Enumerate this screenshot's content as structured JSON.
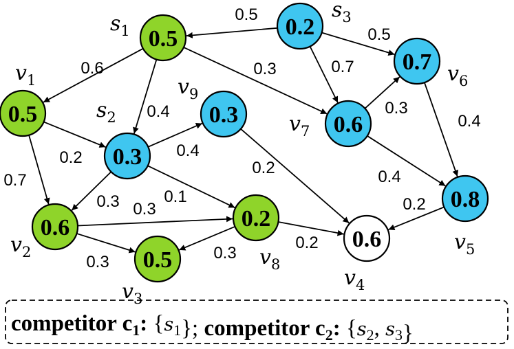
{
  "colors": {
    "competitor_c1": "#8fd42a",
    "competitor_c2": "#3fc6f0",
    "neutral": "#ffffff",
    "stroke": "#000000"
  },
  "nodes": [
    {
      "id": "s1",
      "base": "s",
      "sub": "1",
      "value": "0.5",
      "group": "competitor_c1"
    },
    {
      "id": "s2",
      "base": "s",
      "sub": "2",
      "value": "0.3",
      "group": "competitor_c2"
    },
    {
      "id": "s3",
      "base": "s",
      "sub": "3",
      "value": "0.2",
      "group": "competitor_c2"
    },
    {
      "id": "v1",
      "base": "v",
      "sub": "1",
      "value": "0.5",
      "group": "competitor_c1"
    },
    {
      "id": "v2",
      "base": "v",
      "sub": "2",
      "value": "0.6",
      "group": "competitor_c1"
    },
    {
      "id": "v3",
      "base": "v",
      "sub": "3",
      "value": "0.5",
      "group": "competitor_c1"
    },
    {
      "id": "v4",
      "base": "v",
      "sub": "4",
      "value": "0.6",
      "group": "neutral"
    },
    {
      "id": "v5",
      "base": "v",
      "sub": "5",
      "value": "0.8",
      "group": "competitor_c2"
    },
    {
      "id": "v6",
      "base": "v",
      "sub": "6",
      "value": "0.7",
      "group": "competitor_c2"
    },
    {
      "id": "v7",
      "base": "v",
      "sub": "7",
      "value": "0.6",
      "group": "competitor_c2"
    },
    {
      "id": "v8",
      "base": "v",
      "sub": "8",
      "value": "0.2",
      "group": "competitor_c1"
    },
    {
      "id": "v9",
      "base": "v",
      "sub": "9",
      "value": "0.3",
      "group": "competitor_c2"
    }
  ],
  "edges": [
    {
      "from": "s3",
      "to": "s1",
      "weight": "0.5"
    },
    {
      "from": "s3",
      "to": "v6",
      "weight": "0.5"
    },
    {
      "from": "s3",
      "to": "v7",
      "weight": "0.7"
    },
    {
      "from": "s1",
      "to": "v1",
      "weight": "0.6"
    },
    {
      "from": "s1",
      "to": "s2",
      "weight": "0.4"
    },
    {
      "from": "s1",
      "to": "v7",
      "weight": "0.3"
    },
    {
      "from": "v7",
      "to": "v6",
      "weight": "0.3"
    },
    {
      "from": "v6",
      "to": "v5",
      "weight": "0.4"
    },
    {
      "from": "v7",
      "to": "v5",
      "weight": "0.4"
    },
    {
      "from": "v1",
      "to": "s2",
      "weight": "0.2"
    },
    {
      "from": "v1",
      "to": "v2",
      "weight": "0.7"
    },
    {
      "from": "s2",
      "to": "v9",
      "weight": "0.4"
    },
    {
      "from": "s2",
      "to": "v2",
      "weight": "0.3"
    },
    {
      "from": "s2",
      "to": "v8",
      "weight": "0.1"
    },
    {
      "from": "v9",
      "to": "v4",
      "weight": "0.2"
    },
    {
      "from": "v2",
      "to": "v8",
      "weight": "0.3"
    },
    {
      "from": "v2",
      "to": "v3",
      "weight": "0.3"
    },
    {
      "from": "v8",
      "to": "v3",
      "weight": "0.3"
    },
    {
      "from": "v8",
      "to": "v4",
      "weight": "0.2"
    },
    {
      "from": "v5",
      "to": "v4",
      "weight": "0.2"
    }
  ],
  "caption": {
    "c1_label": "competitor c",
    "c1_sub": "1",
    "c1_sets": [
      {
        "base": "s",
        "sub": "1"
      }
    ],
    "separator": ";",
    "c2_label": "competitor c",
    "c2_sub": "2",
    "c2_sets": [
      {
        "base": "s",
        "sub": "2"
      },
      {
        "base": "s",
        "sub": "3"
      }
    ]
  }
}
